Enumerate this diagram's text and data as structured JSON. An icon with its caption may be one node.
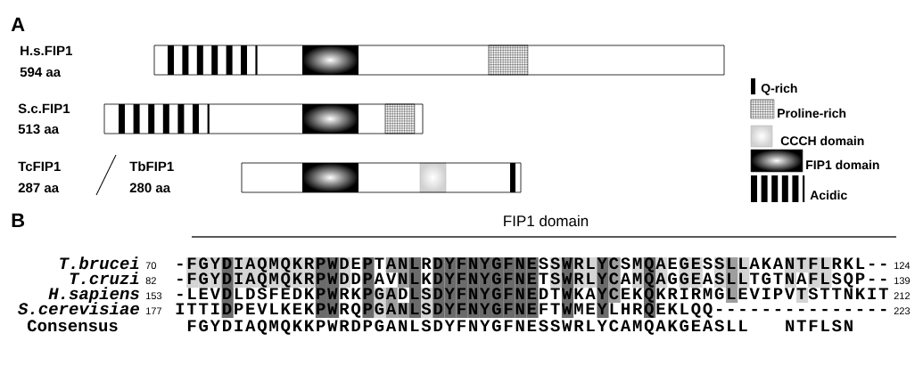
{
  "diagram": {
    "labels": [
      "A",
      "H.s.FIP1",
      "594 aa",
      "S.c.FIP1",
      "513 aa",
      "TcFIP1",
      "287 aa",
      "TbFIP1",
      "280 aa",
      "B",
      "FIP1 domain",
      "T.brucei",
      "70",
      "-FGYDIAQMQKRPWDEPTANLRDYFNYGFNESSWRLYCSMQAEGESSLLAKANTFLRKL--",
      "124",
      "T.cruzi",
      "82",
      "-FGYDIAQMQKRPWDDPAVNLKDYFNYGFNETSWRLYCAMQAGGEASLLTGTNAFLSQP--",
      "139",
      "H.sapiens",
      "153",
      "-LEVDLDSFEDKPWRKPGADLSDYFNYGFNEDTWKAYCEKQKRIRMGLEVIPVTSTTNKIT",
      "212",
      "S.cerevisiae",
      "177",
      "ITTIDPEVLKEKPWRQPGANLSDYFNYGFNEFTWMEYLHRQEKLQQ---------------",
      "223",
      "Consensus",
      "FGYDIAQMQKKPWRDPGANLSDYFNYGFNESSWRLYCAMQAKGEASLL",
      "NTFLSN"
    ],
    "legend": [
      {
        "text": "Q-rich"
      },
      {
        "text": "Proline-rich"
      },
      {
        "text": "CCCH domain"
      },
      {
        "text": "FIP1 domain"
      },
      {
        "text": "Acidic"
      }
    ]
  }
}
